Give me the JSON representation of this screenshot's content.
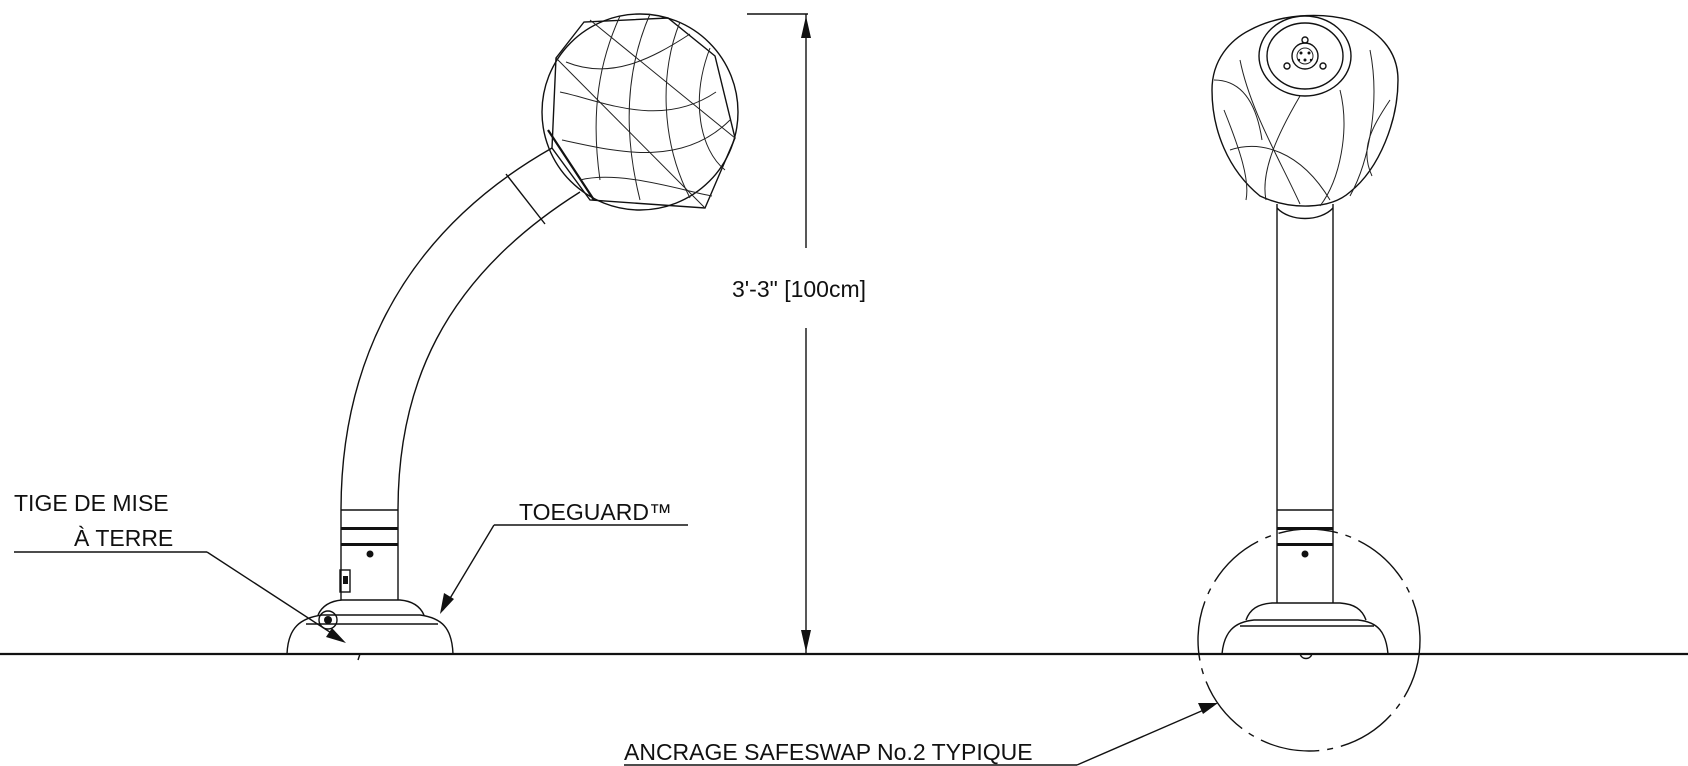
{
  "labels": {
    "height_dimension": "3'-3\" [100cm]",
    "grounding_rod_line1": "TIGE DE MISE",
    "grounding_rod_line2": "À TERRE",
    "toeguard": "TOEGUARD™",
    "anchor": "ANCRAGE SAFESWAP No.2 TYPIQUE"
  },
  "colors": {
    "line": "#111111",
    "background": "#ffffff"
  }
}
